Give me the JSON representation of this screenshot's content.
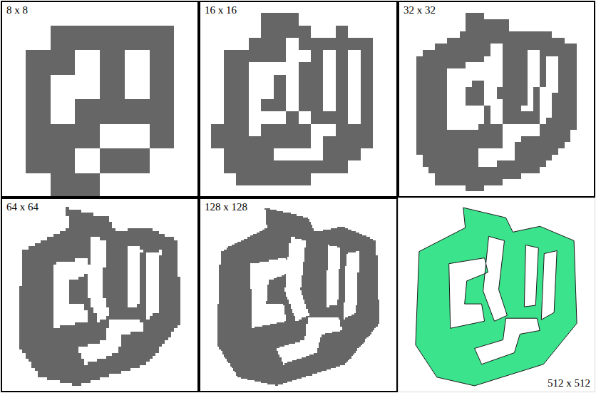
{
  "diagram": {
    "nodes": [
      {
        "text": [
          "8 x 8"
        ]
      },
      {
        "text": [
          "16 x 16"
        ]
      },
      {
        "text": [
          "32 x 32"
        ]
      },
      {
        "text": [
          "64 x 64"
        ]
      },
      {
        "text": [
          "128 x 128"
        ]
      },
      {
        "text": [
          "512 x 512"
        ]
      }
    ]
  }
}
